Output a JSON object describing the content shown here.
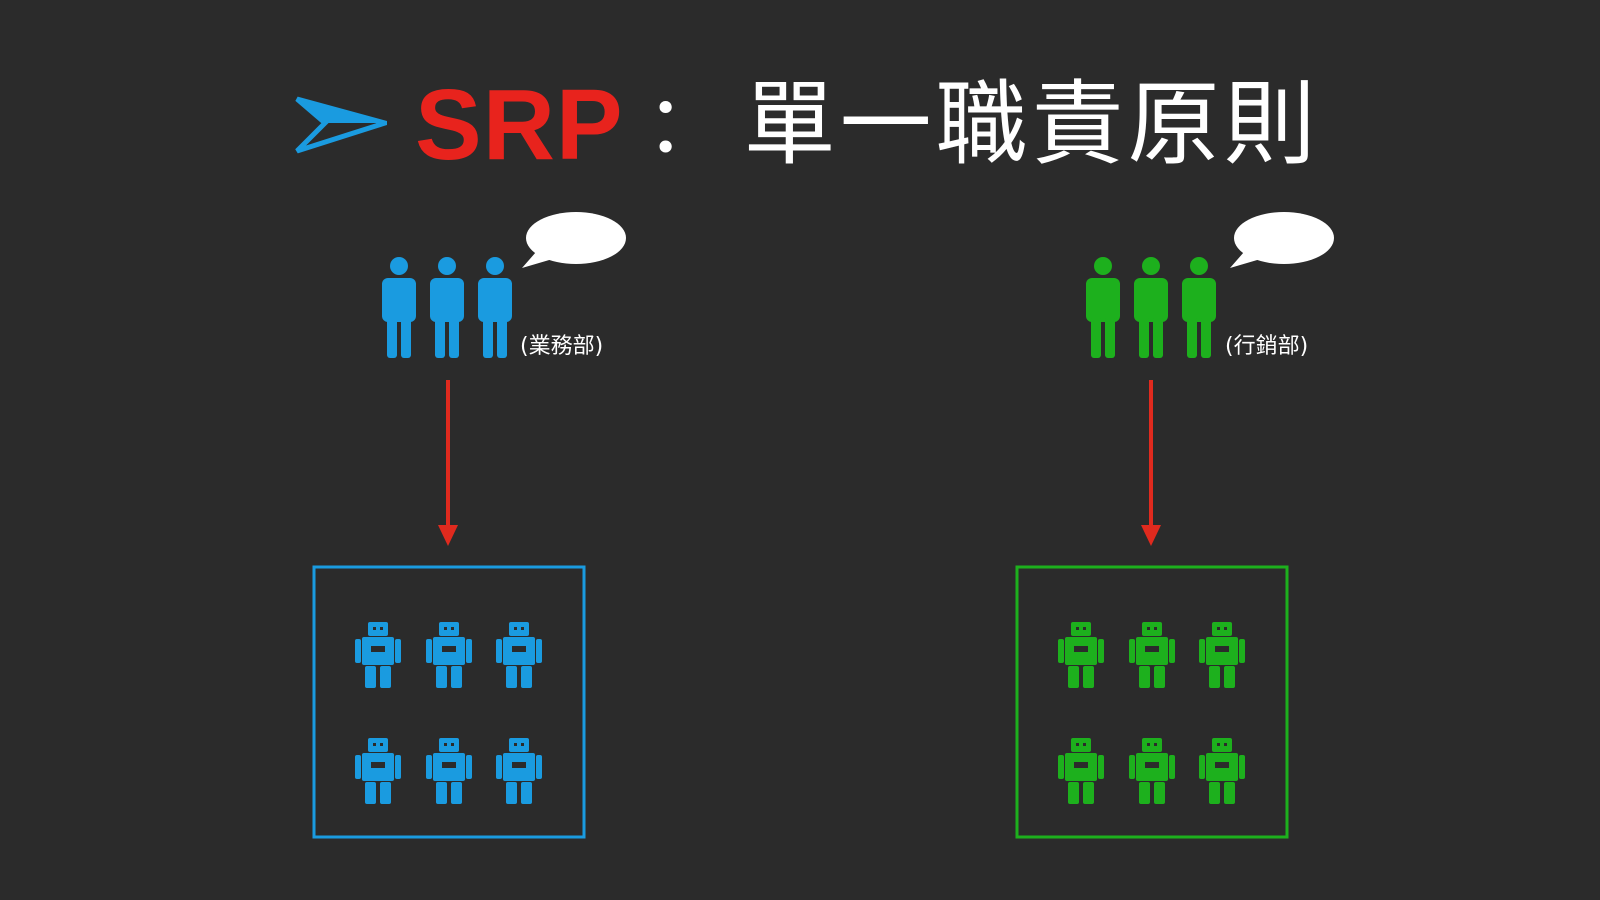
{
  "title": {
    "acronym": "SRP",
    "separator": "：",
    "text": "單一職責原則",
    "arrow_icon": "paper-plane-arrow-icon",
    "arrow_color": "#1a9be0",
    "acronym_color": "#e8231d"
  },
  "groups": [
    {
      "label": "(業務部)",
      "color": "#1a9be0",
      "person_count": 3,
      "robot_count": 6,
      "person_icon": "person-icon",
      "robot_icon": "robot-icon",
      "speech_icon": "speech-bubble-icon"
    },
    {
      "label": "(行銷部)",
      "color": "#1db01d",
      "person_count": 3,
      "robot_count": 6,
      "person_icon": "person-icon",
      "robot_icon": "robot-icon",
      "speech_icon": "speech-bubble-icon"
    }
  ],
  "arrow_color": "#e02a1e",
  "background": "#2b2b2b"
}
